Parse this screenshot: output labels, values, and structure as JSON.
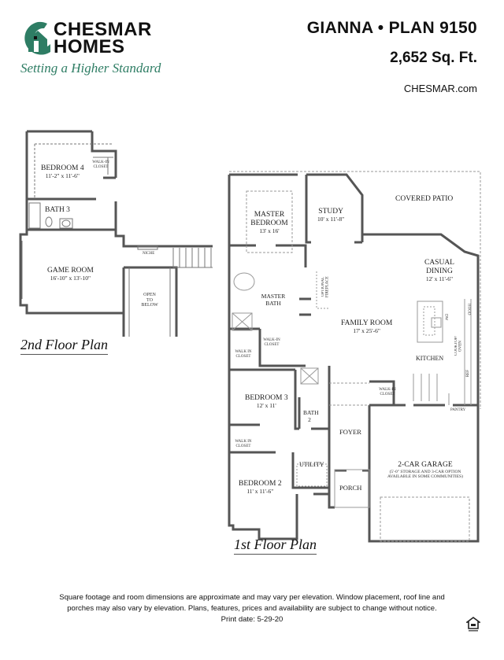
{
  "brand": {
    "name_line1": "CHESMAR",
    "name_line2": "HOMES",
    "tagline": "Setting a Higher Standard",
    "brand_color": "#2e7d64"
  },
  "header": {
    "plan_title": "GIANNA • PLAN 9150",
    "square_feet": "2,652 Sq. Ft.",
    "website": "CHESMAR.com"
  },
  "second_floor": {
    "label": "2nd Floor Plan",
    "rooms": [
      {
        "name": "BEDROOM 4",
        "dims": "11'-2\" x 11'-6\""
      },
      {
        "name": "BATH 3",
        "dims": ""
      },
      {
        "name": "GAME ROOM",
        "dims": "16'-10\" x 13'-10\""
      },
      {
        "name": "OPEN TO BELOW",
        "dims": ""
      }
    ],
    "small_labels": {
      "walk_in_closet": "WALK-IN CLOSET",
      "niche": "NICHE",
      "open": "OPEN",
      "to": "TO",
      "below": "BELOW"
    }
  },
  "first_floor": {
    "label": "1st Floor Plan",
    "rooms": [
      {
        "name": "MASTER BEDROOM",
        "dims": "13' x 16'"
      },
      {
        "name": "STUDY",
        "dims": "10' x 11'-8\""
      },
      {
        "name": "COVERED PATIO",
        "dims": ""
      },
      {
        "name": "CASUAL DINING",
        "dims": "12' x 11'-6\""
      },
      {
        "name": "MASTER BATH",
        "dims": ""
      },
      {
        "name": "FAMILY ROOM",
        "dims": "17' x 25'-6\""
      },
      {
        "name": "KITCHEN",
        "dims": ""
      },
      {
        "name": "BEDROOM 3",
        "dims": "12' x 11'"
      },
      {
        "name": "BATH 2",
        "dims": ""
      },
      {
        "name": "FOYER",
        "dims": ""
      },
      {
        "name": "2-CAR GARAGE",
        "dims": "(5'-0\" STORAGE AND 3-CAR OPTION AVAILABLE IN SOME COMMUNITIES)"
      },
      {
        "name": "UTILITY",
        "dims": ""
      },
      {
        "name": "BEDROOM 2",
        "dims": "11' x 11'-6\""
      },
      {
        "name": "PORCH",
        "dims": ""
      }
    ],
    "small_labels": {
      "walk_in_closet_master": "WALK-IN CLOSET",
      "walk_in_closet_left": "WALK IN CLOSET",
      "walk_in_closet_bed2": "WALK IN CLOSET",
      "walk_in_closet_kitchen": "WALK-IN CLOSET",
      "optional_fireplace": "OPTIONAL FIREPLACE",
      "pantry": "PANTRY",
      "dw": "DW",
      "cooktop_oven": "COOKTOP/ OVEN",
      "ref": "REF",
      "hood": "HOOD"
    },
    "garage_note_line1": "(5'-0\" STORAGE AND 3-CAR OPTION",
    "garage_note_line2": "AVAILABLE IN SOME COMMUNITIES)"
  },
  "footer": {
    "disclaimer_line1": "Square footage and room dimensions are approximate and may vary per elevation.  Window placement, roof line and",
    "disclaimer_line2": "porches may also vary by elevation.  Plans, features, prices and availability are subject to change without notice.",
    "print_date": "Print date: 5-29-20",
    "equal_housing_icon": "equal-housing-opportunity-icon"
  }
}
